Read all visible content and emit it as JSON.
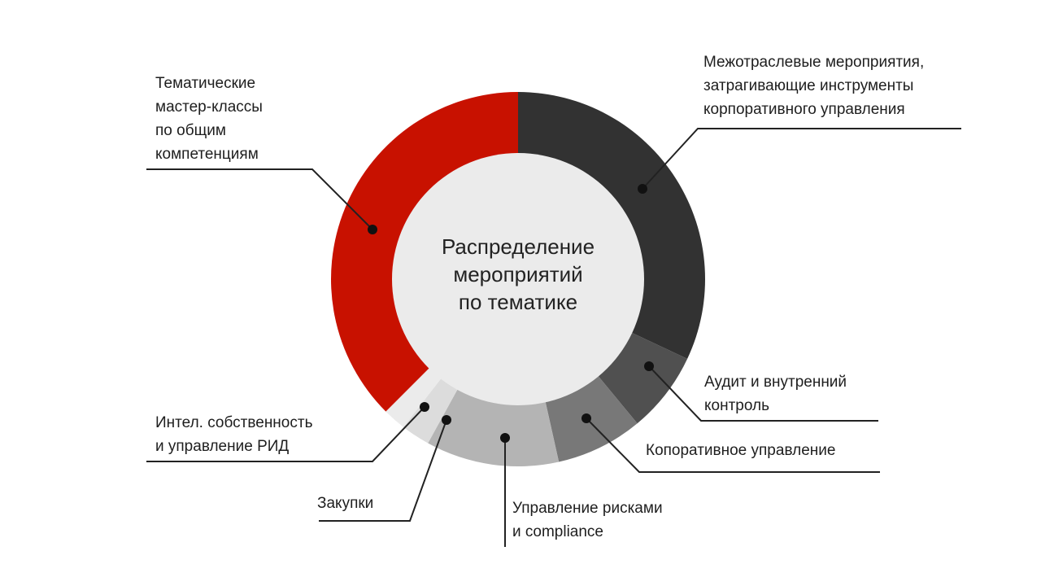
{
  "chart_data": {
    "type": "donut",
    "title": [
      "Распределение",
      "мероприятий",
      "по тематике"
    ],
    "slices": [
      {
        "name": "Межотраслевые мероприятия, затрагивающие инструменты корпоративного управления",
        "value": 32.0,
        "color": "#323232"
      },
      {
        "name": "Аудит и внутренний контроль",
        "value": 7.0,
        "color": "#505050"
      },
      {
        "name": "Копоративное управление",
        "value": 7.5,
        "color": "#787878"
      },
      {
        "name": "Управление рисками и compliance",
        "value": 11.5,
        "color": "#b4b4b4"
      },
      {
        "name": "Закупки",
        "value": 2.5,
        "color": "#dcdcdc"
      },
      {
        "name": "Интел. собственность и управление РИД",
        "value": 2.0,
        "color": "#ebebeb"
      },
      {
        "name": "Тематические мастер-классы по общим компетенциям",
        "value": 37.5,
        "color": "#c81100"
      }
    ],
    "center_fill": "#ebebeb",
    "label_lines": [
      [
        "Межотраслевые мероприятия,",
        "затрагивающие инструменты",
        "корпоративного управления"
      ],
      [
        "Аудит и внутренний",
        "контроль"
      ],
      [
        "Копоративное управление"
      ],
      [
        "Управление рисками",
        "и compliance"
      ],
      [
        "Закупки"
      ],
      [
        "Интел. собственность",
        "и управление РИД"
      ],
      [
        "Тематические",
        "мастер-классы",
        "по общим",
        "компетенциям"
      ]
    ]
  }
}
